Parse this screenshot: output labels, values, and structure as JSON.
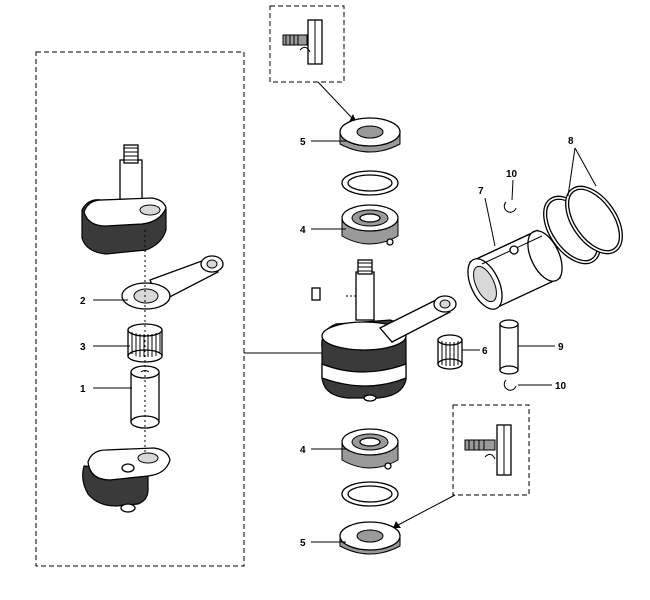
{
  "callouts": {
    "c1": "1",
    "c2": "2",
    "c3": "3",
    "c4_top": "4",
    "c4_bottom": "4",
    "c5_top": "5",
    "c5_bottom": "5",
    "c6": "6",
    "c7": "7",
    "c8": "8",
    "c9": "9",
    "c10_top": "10",
    "c10_bottom": "10"
  }
}
